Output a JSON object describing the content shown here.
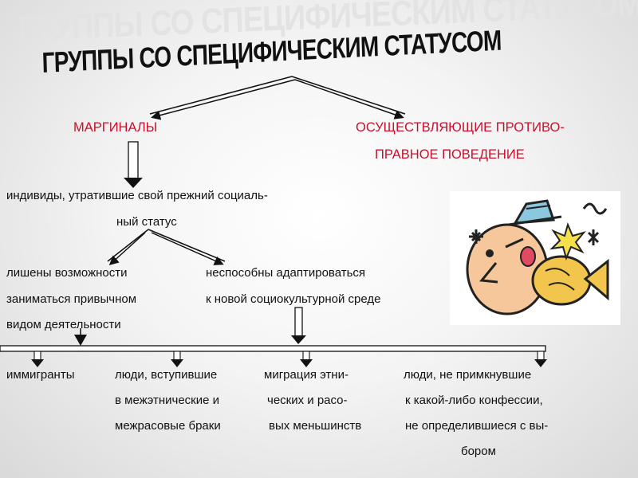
{
  "title": "ГРУППЫ СО СПЕЦИФИЧЕСКИМ СТАТУСОМ",
  "branches": {
    "left": "МАРГИНАЛЫ",
    "right_line1": "ОСУЩЕСТВЛЯЮЩИЕ ПРОТИВО-",
    "right_line2": "ПРАВНОЕ  ПОВЕДЕНИЕ"
  },
  "definition": {
    "line1": "индивиды, утратившие  свой прежний социаль-",
    "line2": "ный статус"
  },
  "subgroups": {
    "left": [
      "лишены возможности",
      "заниматься привычном",
      "видом деятельности"
    ],
    "right": [
      "неспособны адаптироваться",
      "к новой социокультурной среде"
    ]
  },
  "examples": [
    {
      "lines": [
        "иммигранты"
      ]
    },
    {
      "lines": [
        "люди, вступившие",
        "в межэтнические и",
        "межрасовые браки"
      ]
    },
    {
      "lines": [
        "миграция этни-",
        "ческих и расо-",
        "вых меньшинств"
      ]
    },
    {
      "lines": [
        "люди, не примкнувшие",
        "к какой-либо конфессии,",
        "не определившиеся с вы-",
        "бором"
      ]
    }
  ],
  "colors": {
    "branch_text": "#c8102e",
    "body_text": "#111111",
    "title_shadow": "#e3e3e3"
  },
  "illustration": {
    "icon": "confused-face-clipart-icon"
  }
}
